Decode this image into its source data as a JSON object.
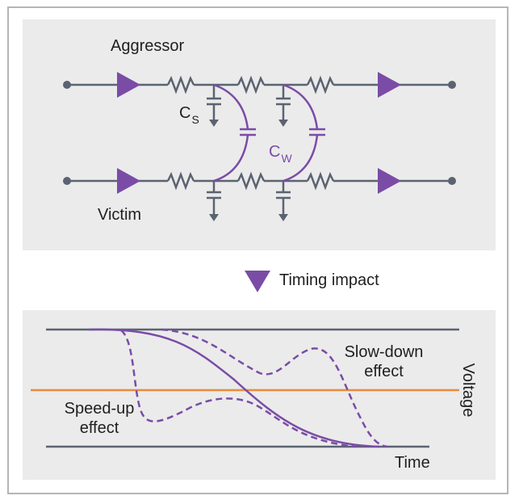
{
  "circuit": {
    "aggressor_label": "Aggressor",
    "victim_label": "Victim",
    "cs": {
      "main": "C",
      "sub": "S"
    },
    "cw": {
      "main": "C",
      "sub": "W"
    }
  },
  "transition": {
    "label": "Timing impact"
  },
  "waveform": {
    "slowdown_label_line1": "Slow-down",
    "slowdown_label_line2": "effect",
    "speedup_label_line1": "Speed-up",
    "speedup_label_line2": "effect",
    "voltage_label": "Voltage",
    "time_label": "Time"
  },
  "colors": {
    "wire": "#5b6372",
    "purple": "#7a4ca6",
    "orange": "#ec8a3c",
    "panel": "#ebebeb"
  }
}
